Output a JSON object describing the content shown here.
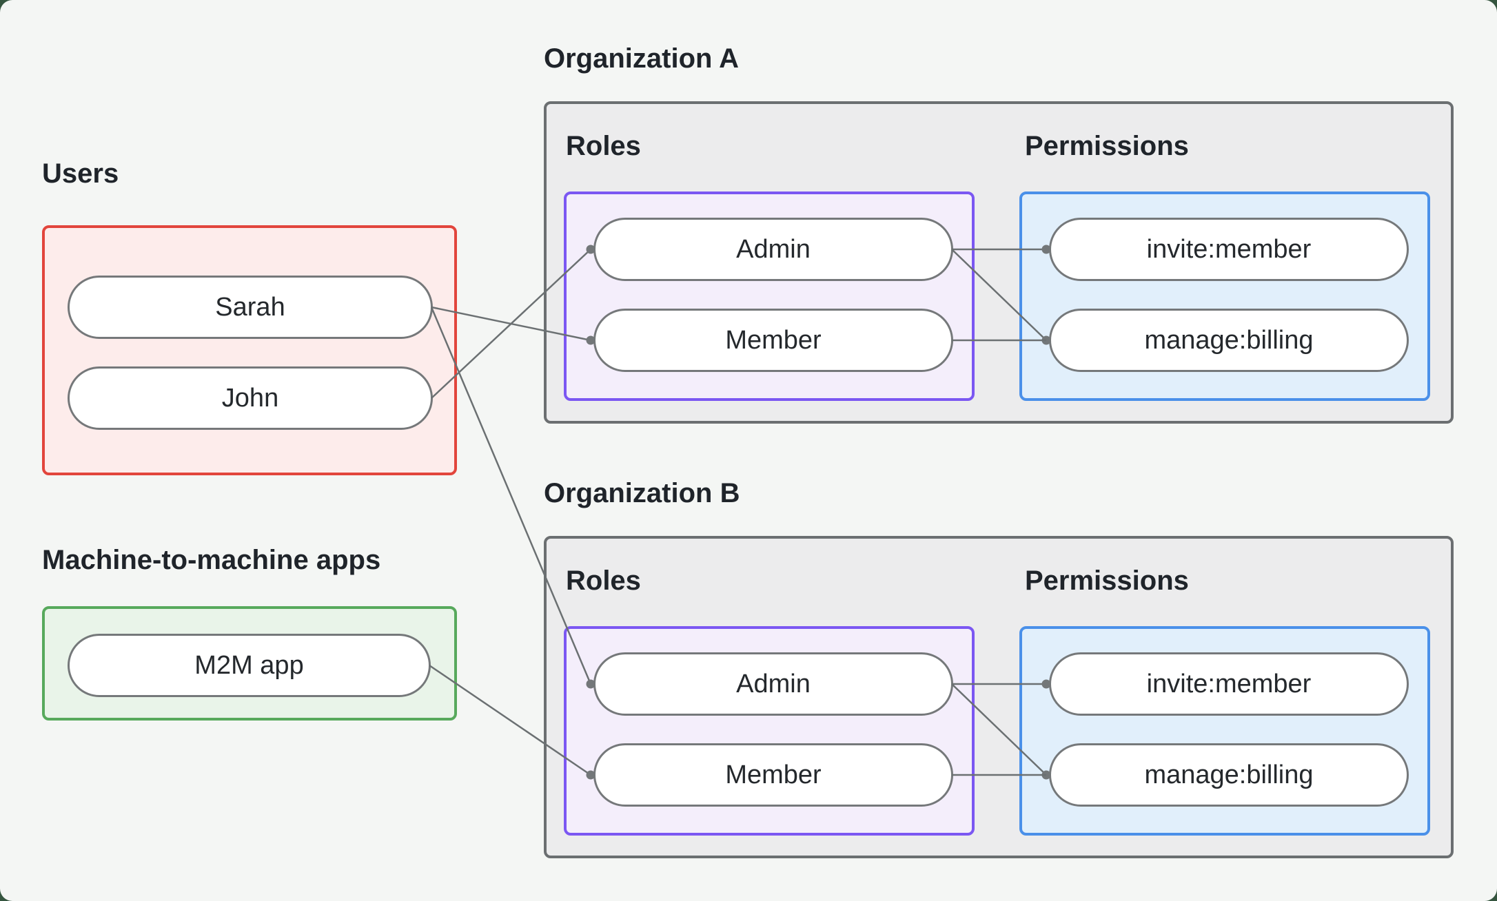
{
  "page": {
    "background_color": "#35553f",
    "card_background_color": "#f4f6f4"
  },
  "users_section": {
    "title": "Users",
    "box_border_color": "#e2453c",
    "box_fill_color": "#fdeceb",
    "items": [
      {
        "id": "sarah",
        "label": "Sarah"
      },
      {
        "id": "john",
        "label": "John"
      }
    ]
  },
  "m2m_section": {
    "title": "Machine-to-machine apps",
    "box_border_color": "#57a95c",
    "box_fill_color": "#e9f4e9",
    "items": [
      {
        "id": "m2m-app",
        "label": "M2M app"
      }
    ]
  },
  "organizations": [
    {
      "id": "org-a",
      "title": "Organization A",
      "roles_label": "Roles",
      "permissions_label": "Permissions",
      "box_border_color": "#6b6f71",
      "box_fill_color": "#ececed",
      "roles_border_color": "#7b57f2",
      "roles_fill_color": "#f4eefb",
      "permissions_border_color": "#4a90e9",
      "permissions_fill_color": "#e1effb",
      "roles": [
        {
          "id": "org-a-admin",
          "label": "Admin"
        },
        {
          "id": "org-a-member",
          "label": "Member"
        }
      ],
      "permissions": [
        {
          "id": "org-a-invite",
          "label": "invite:member"
        },
        {
          "id": "org-a-manage",
          "label": "manage:billing"
        }
      ]
    },
    {
      "id": "org-b",
      "title": "Organization B",
      "roles_label": "Roles",
      "permissions_label": "Permissions",
      "box_border_color": "#6b6f71",
      "box_fill_color": "#ececed",
      "roles_border_color": "#7b57f2",
      "roles_fill_color": "#f4eefb",
      "permissions_border_color": "#4a90e9",
      "permissions_fill_color": "#e1effb",
      "roles": [
        {
          "id": "org-b-admin",
          "label": "Admin"
        },
        {
          "id": "org-b-member",
          "label": "Member"
        }
      ],
      "permissions": [
        {
          "id": "org-b-invite",
          "label": "invite:member"
        },
        {
          "id": "org-b-manage",
          "label": "manage:billing"
        }
      ]
    }
  ],
  "connection_style": {
    "line_color": "#6b7072",
    "line_width": 2.5,
    "dot_color": "#737779",
    "dot_radius": 6.5
  },
  "edges": [
    {
      "from": "sarah",
      "to": "org-a-member"
    },
    {
      "from": "john",
      "to": "org-a-admin"
    },
    {
      "from": "sarah",
      "to": "org-b-admin"
    },
    {
      "from": "m2m-app",
      "to": "org-b-member"
    },
    {
      "from": "org-a-admin",
      "to": "org-a-invite"
    },
    {
      "from": "org-a-admin",
      "to": "org-a-manage"
    },
    {
      "from": "org-a-member",
      "to": "org-a-manage"
    },
    {
      "from": "org-b-admin",
      "to": "org-b-invite"
    },
    {
      "from": "org-b-admin",
      "to": "org-b-manage"
    },
    {
      "from": "org-b-member",
      "to": "org-b-manage"
    }
  ]
}
